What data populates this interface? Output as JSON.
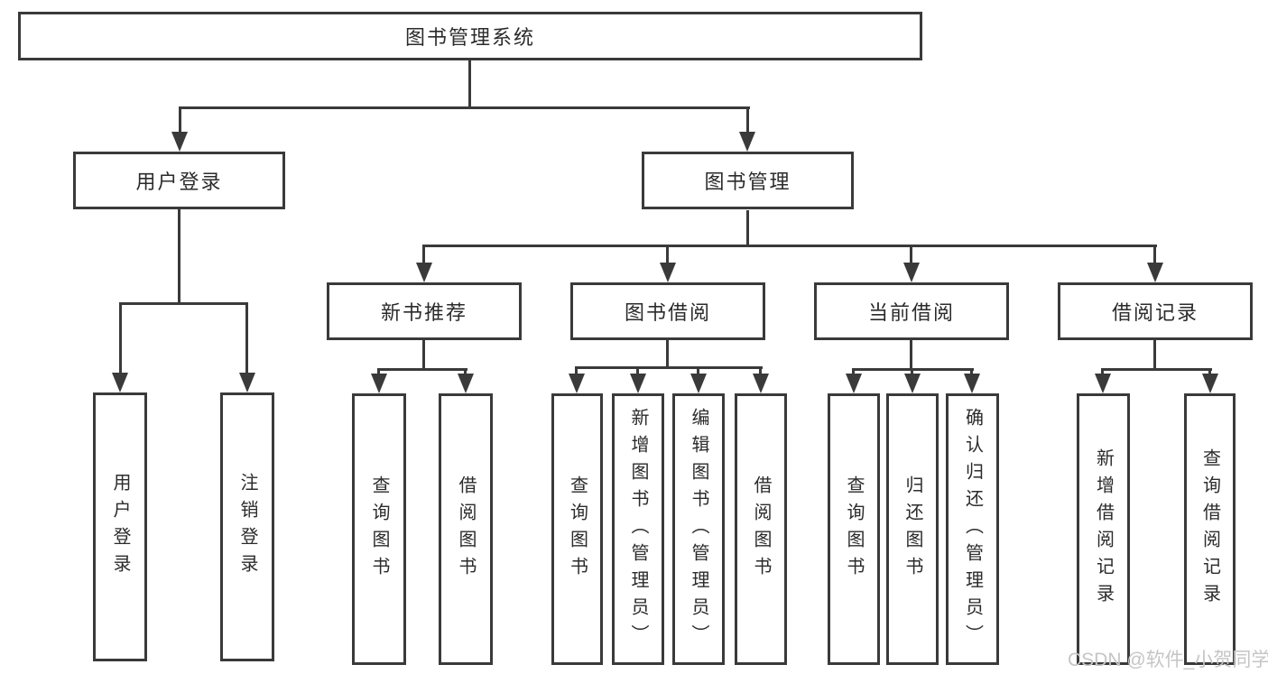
{
  "diagram": {
    "root": {
      "label": "图书管理系统"
    },
    "level2": [
      {
        "label": "用户登录"
      },
      {
        "label": "图书管理"
      }
    ],
    "level3": [
      {
        "label": "新书推荐"
      },
      {
        "label": "图书借阅"
      },
      {
        "label": "当前借阅"
      },
      {
        "label": "借阅记录"
      }
    ],
    "leaves": {
      "user_login": [
        "用户登录",
        "注销登录"
      ],
      "new_book_recommendation": [
        "查询图书",
        "借阅图书"
      ],
      "book_borrowing": [
        "查询图书",
        "新增图书（管理员）",
        "编辑图书（管理员）",
        "借阅图书"
      ],
      "current_borrowing": [
        "查询图书",
        "归还图书",
        "确认归还（管理员）"
      ],
      "borrowing_records": [
        "新增借阅记录",
        "查询借阅记录"
      ]
    },
    "colors": {
      "line": "#3a3a3a",
      "text": "#2b2b2b",
      "background": "#ffffff",
      "watermark": "#c5c5c5"
    },
    "watermark": "CSDN @软件_小贺同学"
  }
}
